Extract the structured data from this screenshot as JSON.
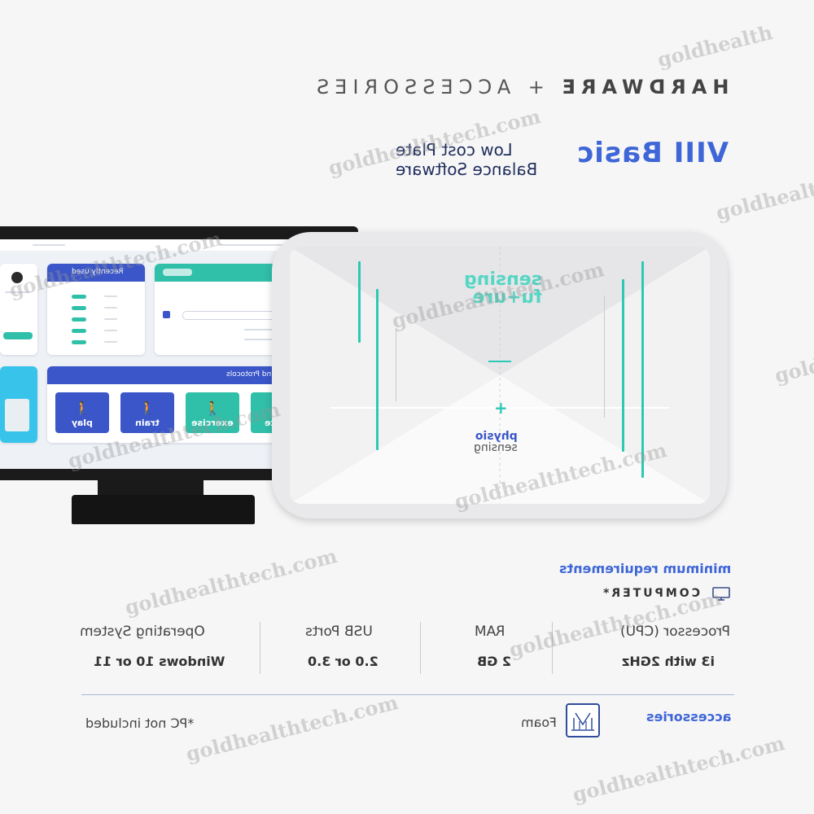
{
  "header": {
    "section_title_bold": "HARDWARE",
    "section_title_rest": " + ACCESSORIES",
    "product_name": "VIII Basic",
    "tagline_line1": "Low cost Plate",
    "tagline_line2": "Balance Software"
  },
  "monitor": {
    "recently_used_title": "Recently used",
    "protocols_title": "s and Protocols",
    "tiles": [
      {
        "label": "play",
        "color": "#3a56c8"
      },
      {
        "label": "train",
        "color": "#3a56c8"
      },
      {
        "label": "exercise",
        "color": "#30bfa9"
      },
      {
        "label": "luate",
        "color": "#30bfa9"
      }
    ]
  },
  "board": {
    "logo_top_line1": "sensing",
    "logo_top_line2": "fu+ure",
    "logo_bottom_line1": "physio",
    "logo_bottom_line2": "sensing",
    "plus": "+"
  },
  "requirements": {
    "title": "minimum requirements",
    "computer_label": "COMPUTER*",
    "computer_icon": "monitor-icon",
    "specs": [
      {
        "label": "Processor (CPU)",
        "value": "i3 with 2GHz"
      },
      {
        "label": "RAM",
        "value": "2 GB"
      },
      {
        "label": "USB Ports",
        "value": "2.0 or 3.0"
      },
      {
        "label": "Operating System",
        "value": "Windows 10 or 11"
      }
    ]
  },
  "accessories": {
    "title": "accessories",
    "icon": "foam-pad-icon",
    "item": "Foam",
    "pc_note": "*PC not included"
  },
  "watermark": "goldhealthtech.com",
  "watermark_short": "goldhealth"
}
